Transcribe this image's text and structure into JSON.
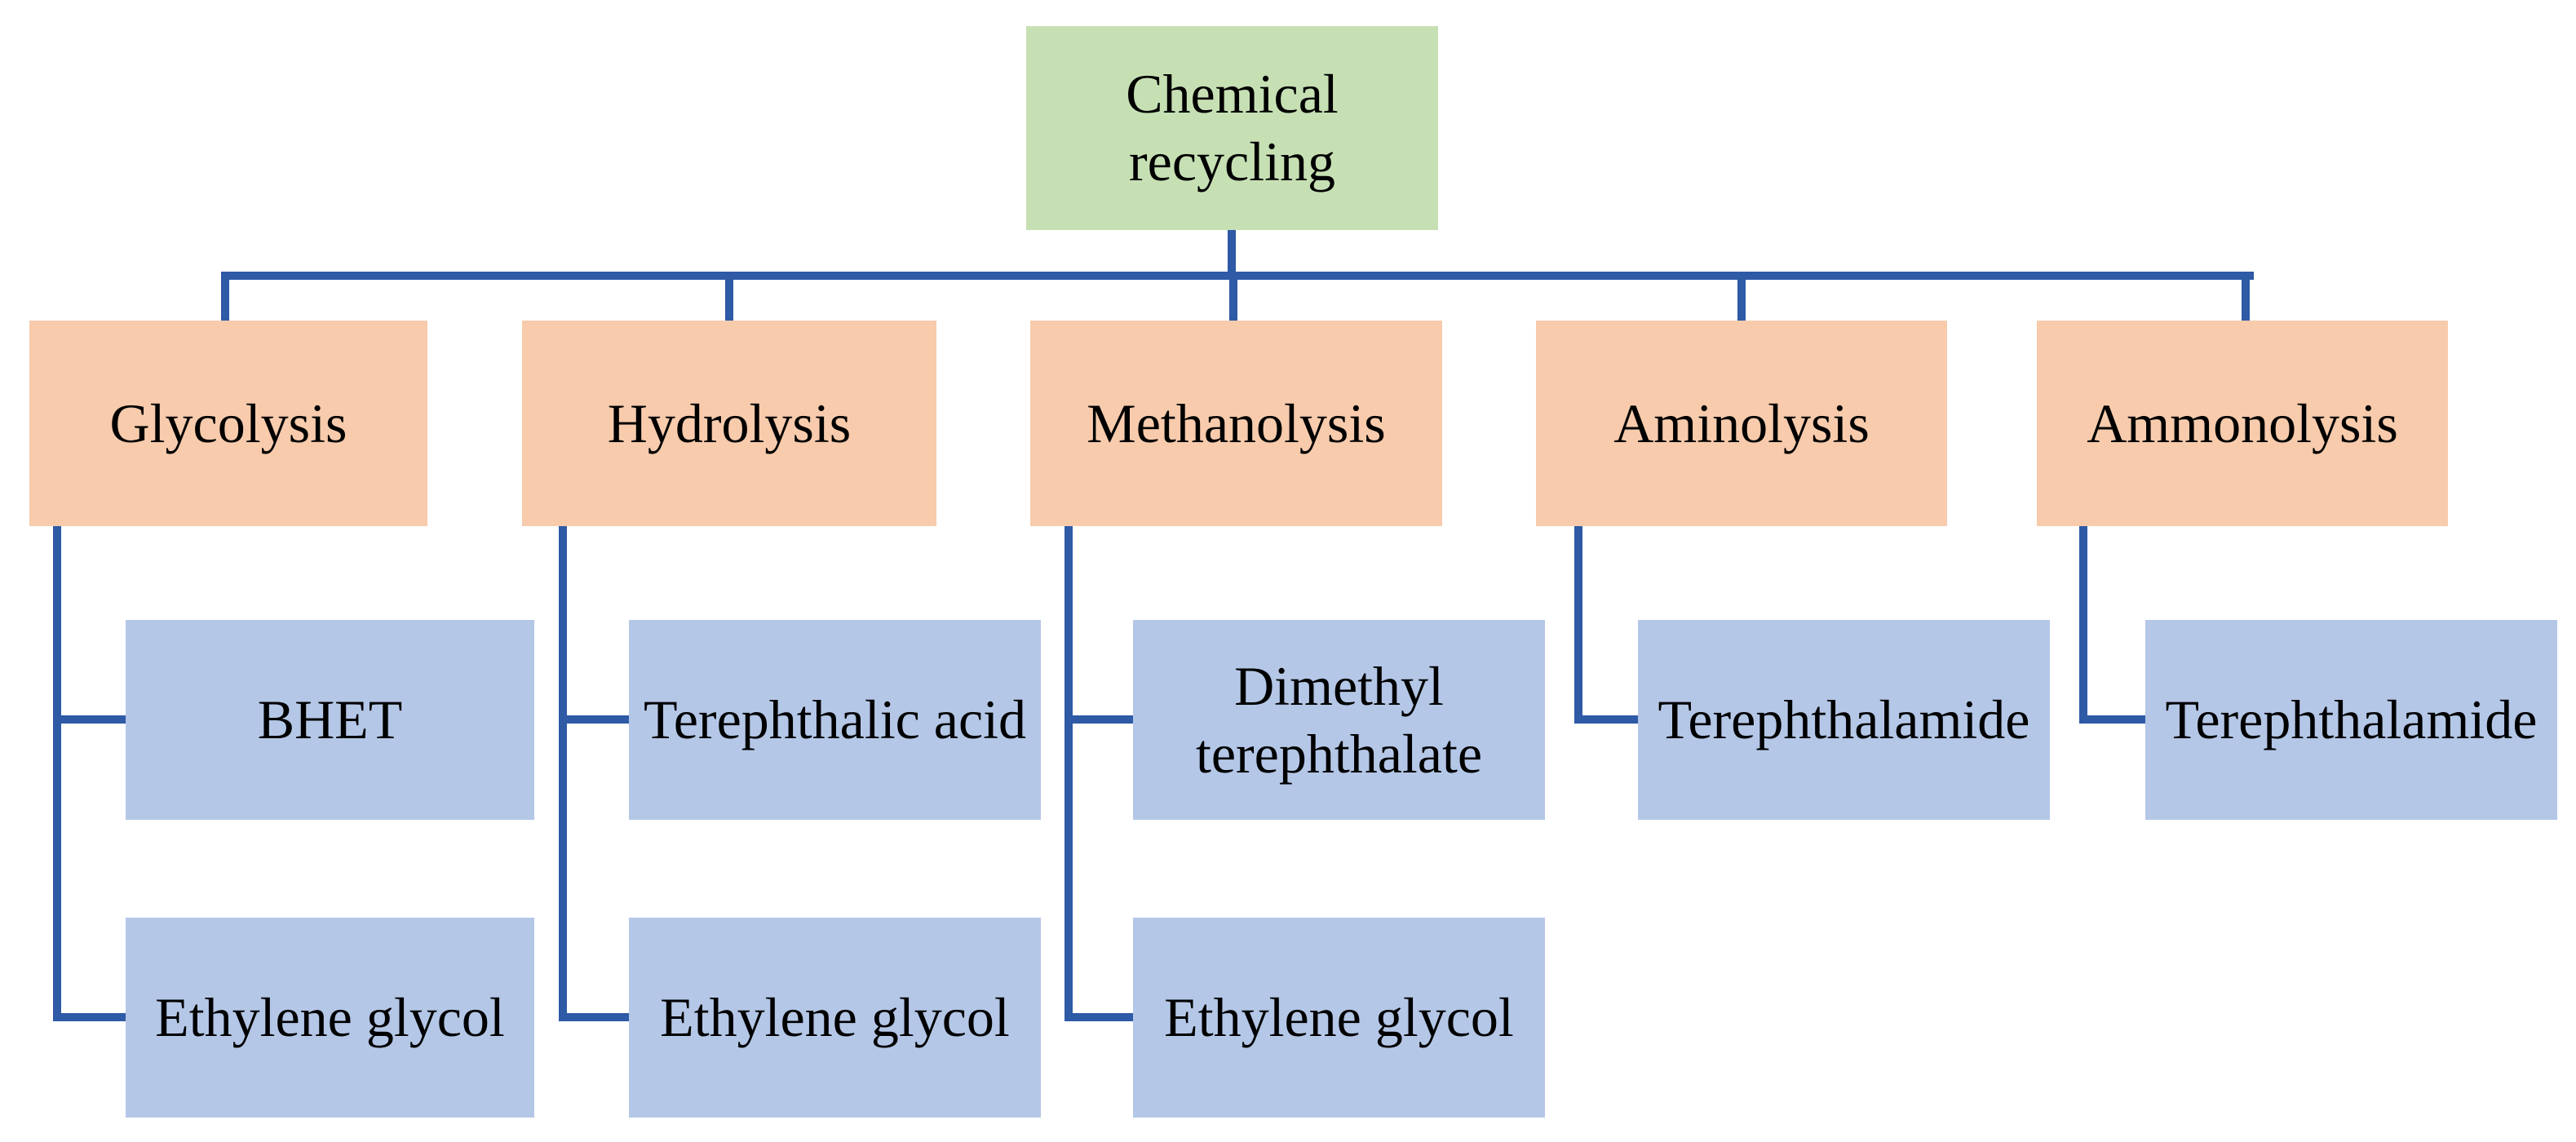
{
  "diagram": {
    "title": "Chemical recycling flowchart",
    "root": {
      "label": "Chemical recycling"
    },
    "columns": [
      {
        "method": "Glycolysis",
        "products": [
          "BHET",
          "Ethylene glycol"
        ]
      },
      {
        "method": "Hydrolysis",
        "products": [
          "Terephthalic acid",
          "Ethylene glycol"
        ]
      },
      {
        "method": "Methanolysis",
        "products": [
          "Dimethyl terephthalate",
          "Ethylene glycol"
        ]
      },
      {
        "method": "Aminolysis",
        "products": [
          "Terephthalamide"
        ]
      },
      {
        "method": "Ammonolysis",
        "products": [
          "Terephthalamide"
        ]
      }
    ],
    "colors": {
      "root_fill": "#c6e0b4",
      "method_fill": "#f7cbac",
      "product_fill": "#b4c7e7",
      "connector": "#2e5aa6",
      "text": "#000000",
      "background": "#ffffff"
    }
  }
}
